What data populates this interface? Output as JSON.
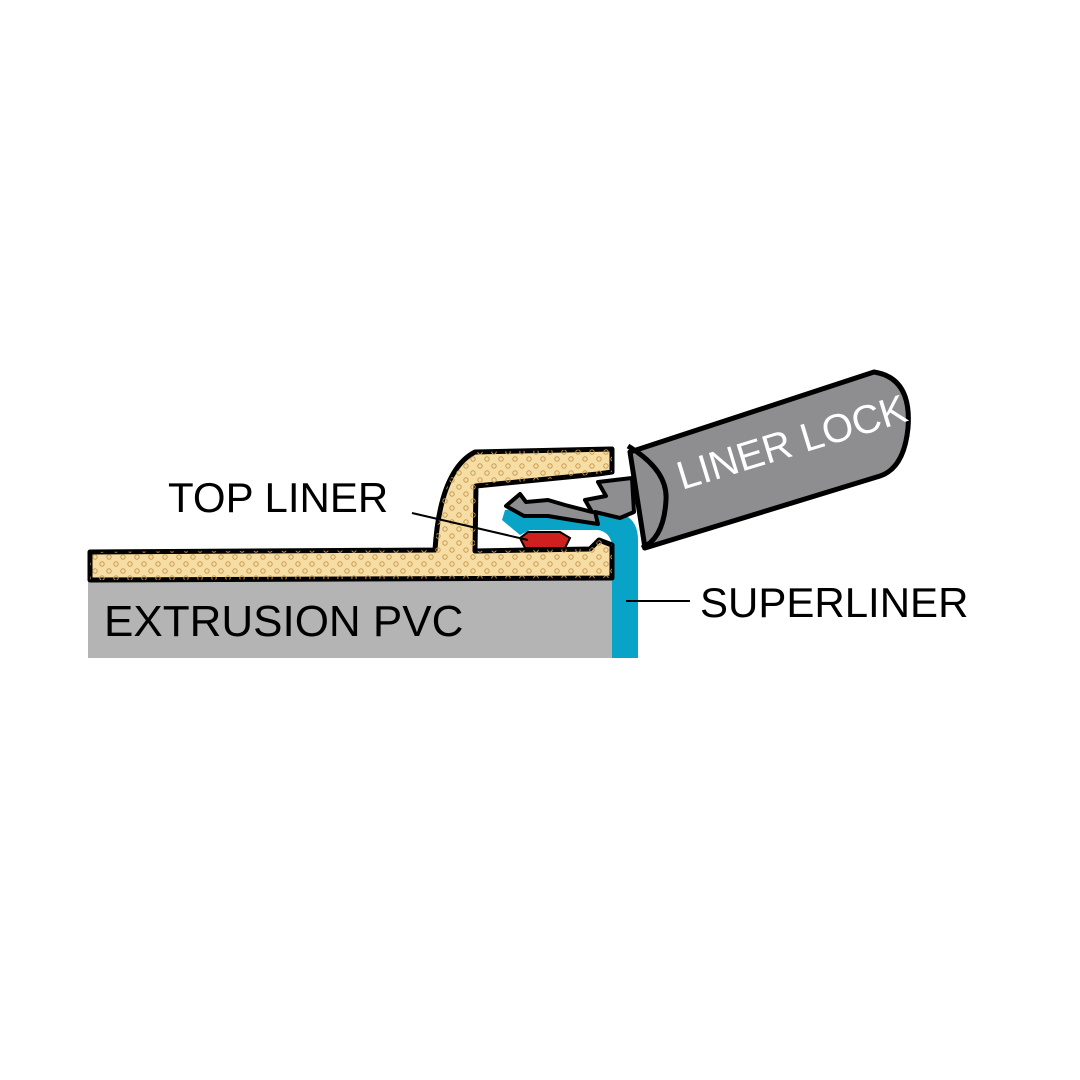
{
  "labels": {
    "top_liner": "TOP LINER",
    "extrusion": "EXTRUSION PVC",
    "superliner": "SUPERLINER",
    "liner_lock": "LINER LOCK"
  },
  "colors": {
    "extrusion": "#b4b4b4",
    "foam": "#f6dda3",
    "foam_dots": "#c99a52",
    "superliner": "#0aa3c8",
    "liner_lock": "#8e8e90",
    "top_liner": "#cf1f1f",
    "outline": "#000000"
  }
}
